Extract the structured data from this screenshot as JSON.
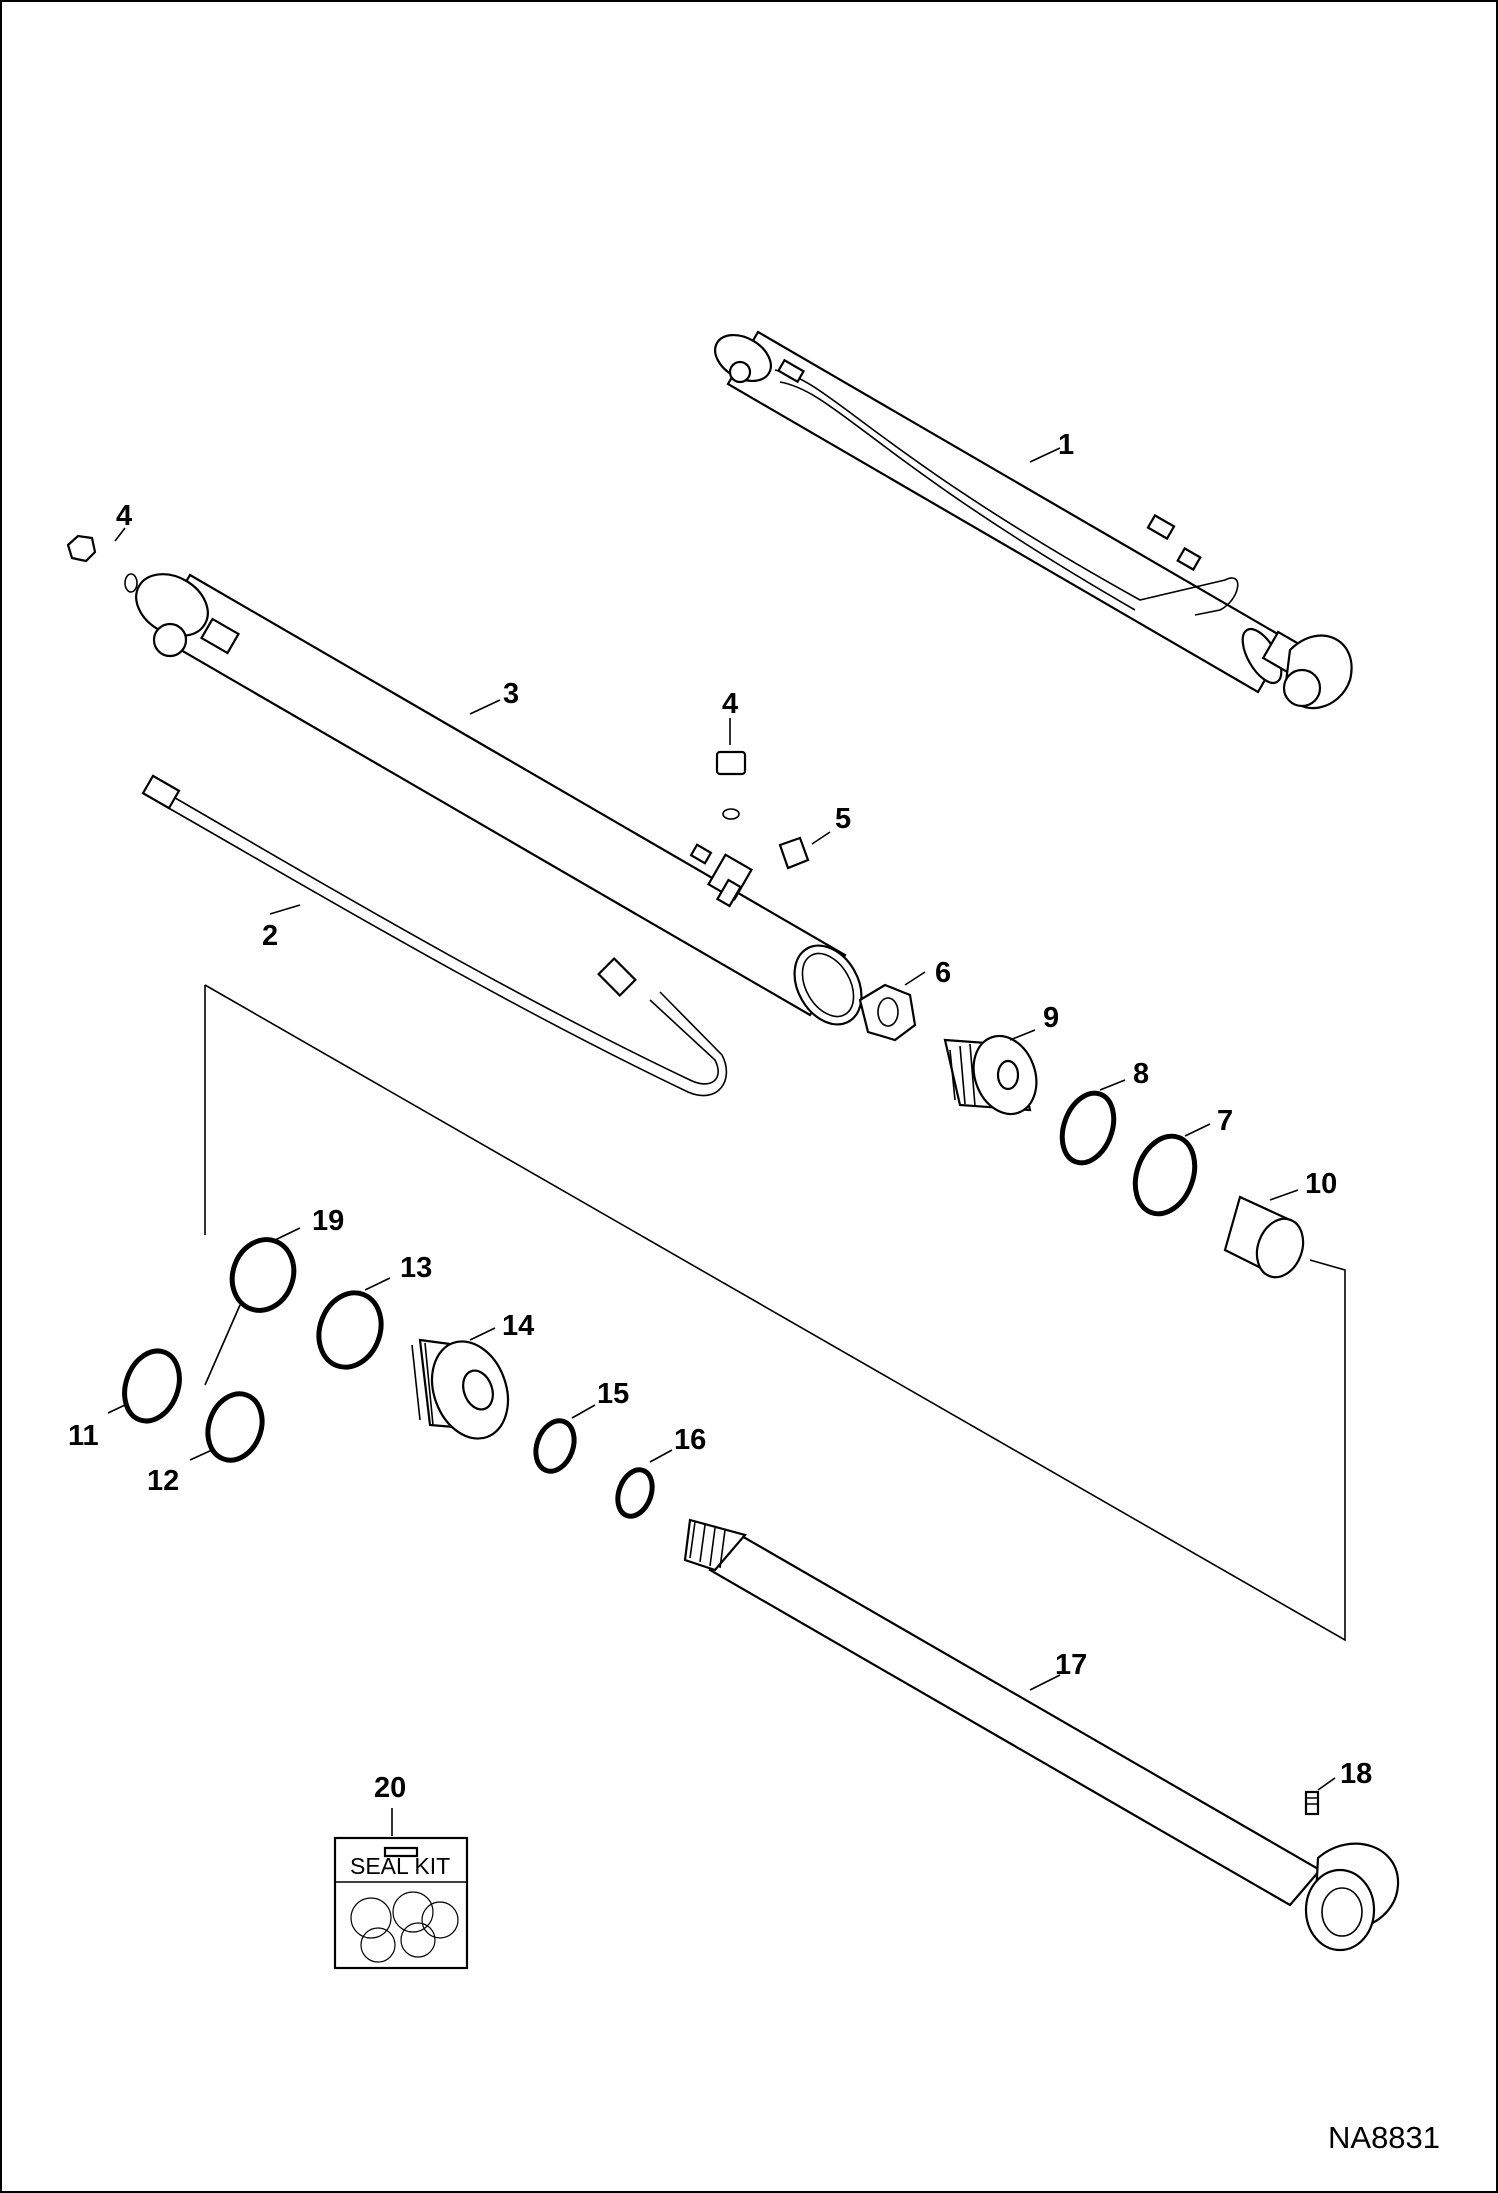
{
  "diagram": {
    "callouts": [
      {
        "id": "1",
        "label": "1"
      },
      {
        "id": "2",
        "label": "2"
      },
      {
        "id": "3",
        "label": "3"
      },
      {
        "id": "4a",
        "label": "4"
      },
      {
        "id": "4b",
        "label": "4"
      },
      {
        "id": "5",
        "label": "5"
      },
      {
        "id": "6",
        "label": "6"
      },
      {
        "id": "7",
        "label": "7"
      },
      {
        "id": "8",
        "label": "8"
      },
      {
        "id": "9",
        "label": "9"
      },
      {
        "id": "10",
        "label": "10"
      },
      {
        "id": "11",
        "label": "11"
      },
      {
        "id": "12",
        "label": "12"
      },
      {
        "id": "13",
        "label": "13"
      },
      {
        "id": "14",
        "label": "14"
      },
      {
        "id": "15",
        "label": "15"
      },
      {
        "id": "16",
        "label": "16"
      },
      {
        "id": "17",
        "label": "17"
      },
      {
        "id": "18",
        "label": "18"
      },
      {
        "id": "19",
        "label": "19"
      },
      {
        "id": "20",
        "label": "20"
      }
    ],
    "seal_kit_label": "SEAL KIT",
    "drawing_id": "NA8831"
  }
}
